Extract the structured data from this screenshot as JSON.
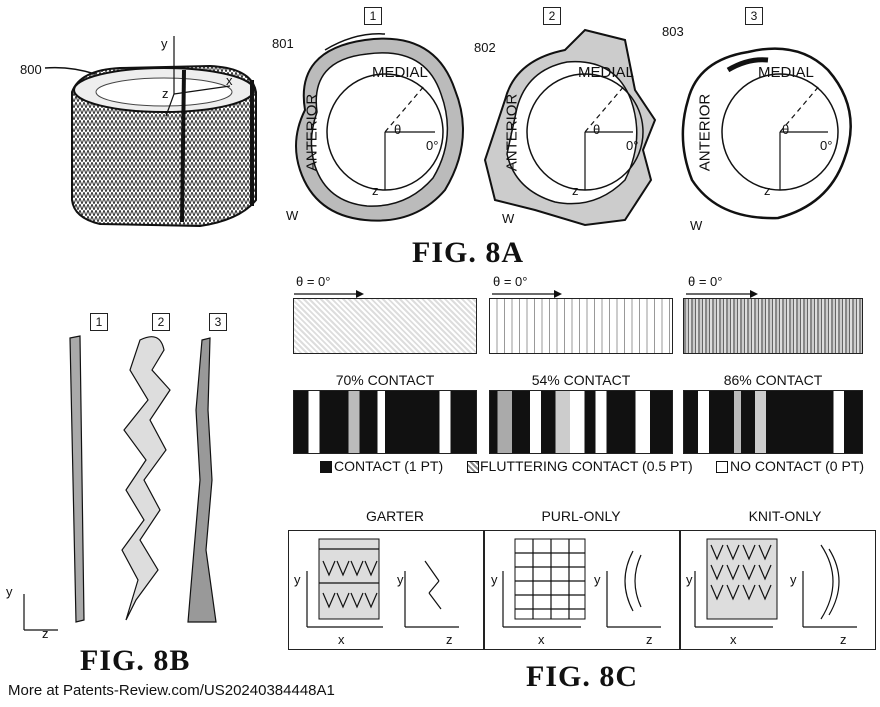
{
  "fig8a": {
    "label": "FIG. 8A",
    "ref_800": "800",
    "panels": [
      {
        "num": "1",
        "ref": "801"
      },
      {
        "num": "2",
        "ref": "802"
      },
      {
        "num": "3",
        "ref": "803"
      }
    ],
    "medial": "MEDIAL",
    "anterior": "ANTERIOR",
    "theta": "θ",
    "zero_deg": "0°",
    "axis_x": "x",
    "axis_y": "y",
    "axis_z": "z",
    "w": "W"
  },
  "fig8b": {
    "label": "FIG. 8B",
    "panels": [
      "1",
      "2",
      "3"
    ],
    "axis_y": "y",
    "axis_z": "z"
  },
  "contact": {
    "theta_label": "θ = 0°",
    "percentages": [
      "70% CONTACT",
      "54% CONTACT",
      "86% CONTACT"
    ],
    "legend": {
      "contact": "CONTACT (1 PT)",
      "fluttering": "FLUTTERING CONTACT (0.5 PT)",
      "none": "NO CONTACT (0 PT)"
    }
  },
  "fig8c": {
    "label": "FIG. 8C",
    "titles": [
      "GARTER",
      "PURL-ONLY",
      "KNIT-ONLY"
    ],
    "axis_x": "x",
    "axis_y": "y",
    "axis_z": "z"
  },
  "footer": "More at Patents-Review.com/US20240384448A1"
}
